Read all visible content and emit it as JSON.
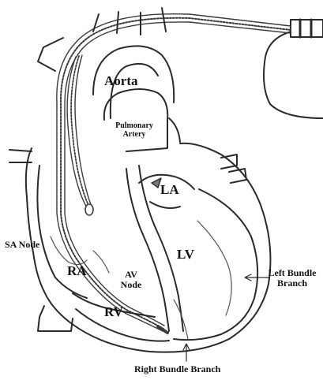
{
  "labels": {
    "aorta": "Aorta",
    "pulmonary_artery_line1": "Pulmonary",
    "pulmonary_artery_line2": "Artery",
    "la": "LA",
    "lv": "LV",
    "ra": "RA",
    "rv": "RV",
    "sa_node": "SA Node",
    "av_node_line1": "AV",
    "av_node_line2": "Node",
    "left_bundle_line1": "Left Bundle",
    "left_bundle_line2": "Branch",
    "right_bundle": "Right Bundle Branch"
  },
  "colors": {
    "outline": "#2a2a2a",
    "label": "#111111",
    "lead": "#3a3a3a",
    "background": "#ffffff"
  }
}
